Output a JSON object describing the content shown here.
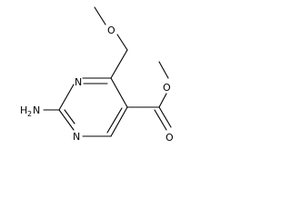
{
  "molecule": {
    "atoms": {
      "ring_n1": "N",
      "ring_n3": "N",
      "ether_o": "O",
      "ester_o": "O",
      "carbonyl_o": "O",
      "amine_h": "H",
      "amine_sub": "2",
      "amine_n": "N"
    },
    "colors": {
      "bond": "#000000",
      "text": "#000000",
      "background": "#ffffff"
    }
  }
}
